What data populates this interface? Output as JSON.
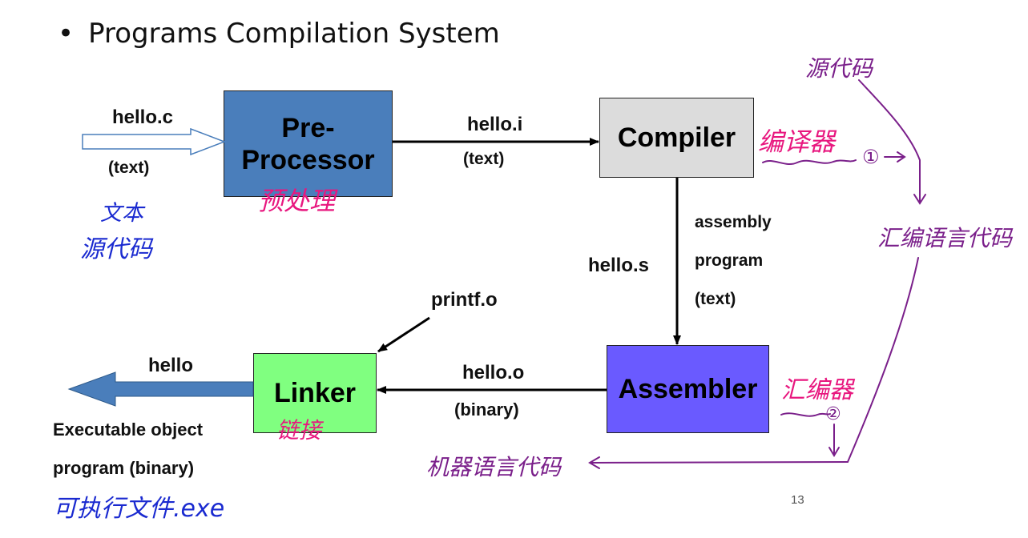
{
  "title": {
    "bullet": "•",
    "text": "Programs Compilation System"
  },
  "boxes": {
    "preprocessor": {
      "line1": "Pre-",
      "line2": "Processor",
      "color": "#4a7ebb"
    },
    "compiler": {
      "label": "Compiler",
      "color": "#dcdcdc"
    },
    "assembler": {
      "label": "Assembler",
      "color": "#6a5aff"
    },
    "linker": {
      "label": "Linker",
      "color": "#80ff80"
    }
  },
  "labels": {
    "hello_c": "hello.c",
    "text1": "(text)",
    "hello_i": "hello.i",
    "text2": "(text)",
    "hello_s": "hello.s",
    "assembly1": "assembly",
    "assembly2": "program",
    "assembly3": "(text)",
    "printf_o": "printf.o",
    "hello_o": "hello.o",
    "binary": "(binary)",
    "hello_out": "hello",
    "exec1": "Executable object",
    "exec2": "program (binary)"
  },
  "annotations": {
    "wenben": "文本",
    "yuandaima_left": "源代码",
    "yuchuli": "预处理",
    "bianyiqi": "编译器",
    "yuandaima_top": "源代码",
    "circle1": "①",
    "huibian_code": "汇编语言代码",
    "huibianqi": "汇编器",
    "circle2": "②",
    "jiqi_code": "机器语言代码",
    "lianjie": "链接",
    "kezhixing": "可执行文件.exe"
  },
  "page_number": "13"
}
